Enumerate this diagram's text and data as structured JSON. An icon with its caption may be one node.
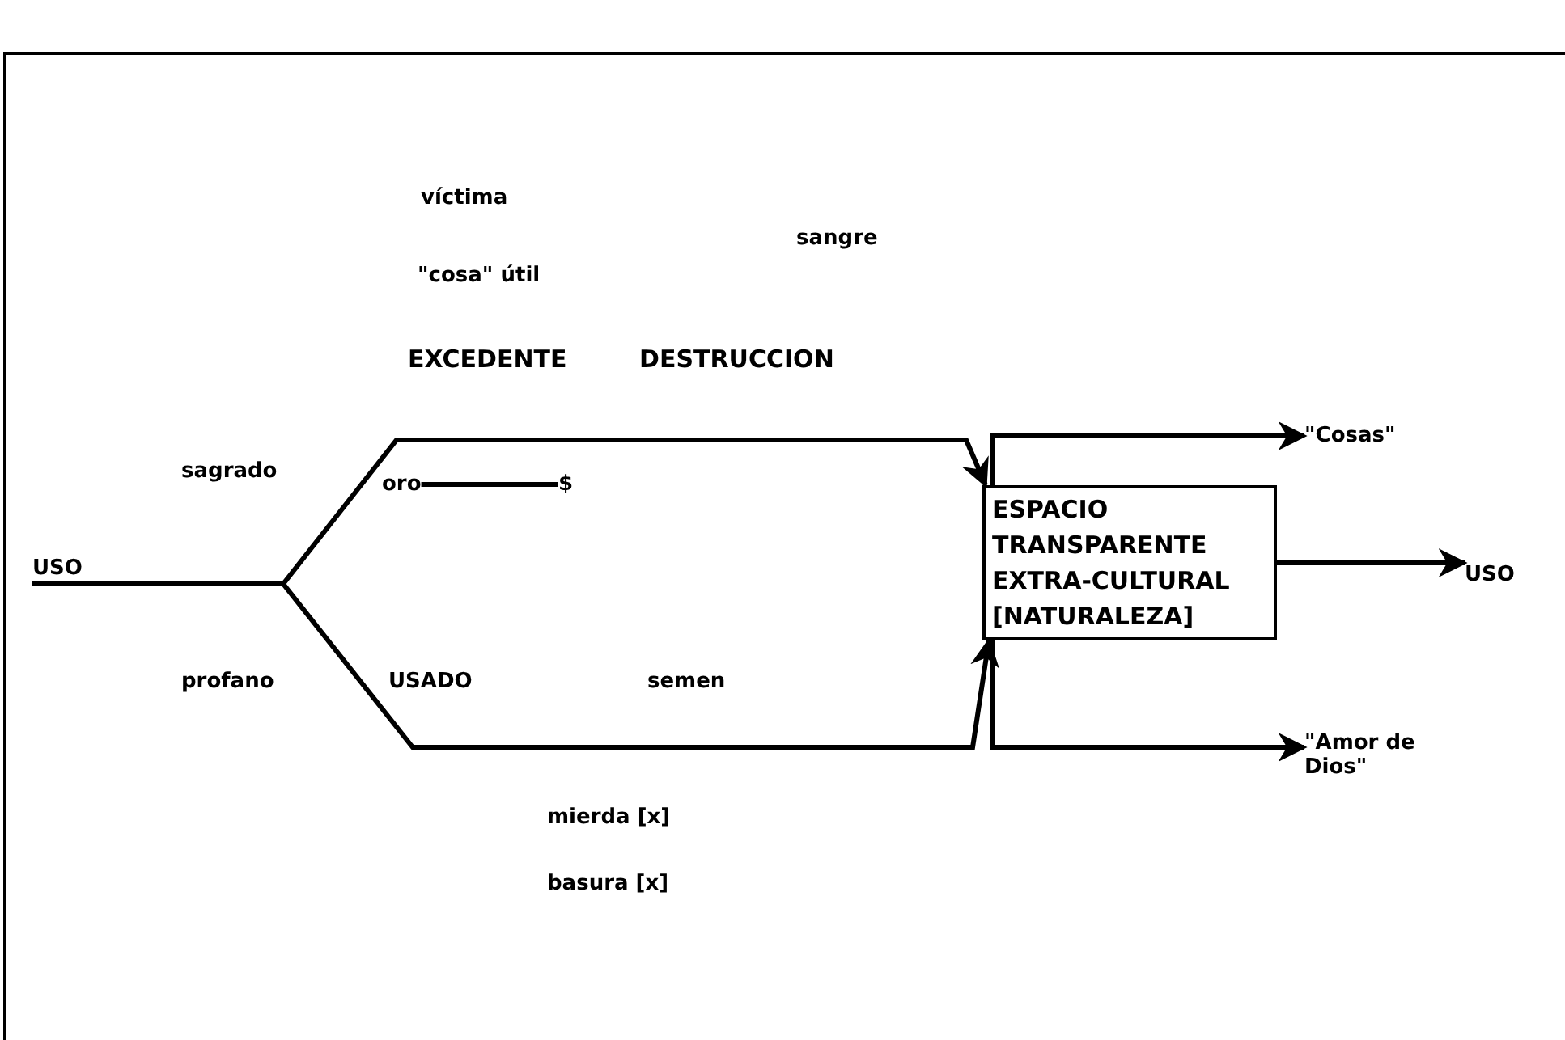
{
  "diagram": {
    "nodes": [
      {
        "text": [
          "USO"
        ]
      },
      {
        "text": [
          "ESPACIO TRANSPARENTE EXTRA-CULTURAL [NATURALEZA]"
        ]
      },
      {
        "text": [
          "\"Cosas\""
        ]
      },
      {
        "text": [
          "\"Amor de Dios\""
        ]
      },
      {
        "text": [
          "USO"
        ]
      },
      {
        "text": [
          "oro"
        ]
      },
      {
        "text": [
          "$"
        ]
      }
    ],
    "edges": [
      {
        "from": 0,
        "to": 1,
        "arrow": "to",
        "label": "sagrado"
      },
      {
        "from": 0,
        "to": 1,
        "arrow": "to",
        "label": "profano"
      },
      {
        "from": 1,
        "to": 2,
        "arrow": "to"
      },
      {
        "from": 1,
        "to": 3,
        "arrow": "to"
      },
      {
        "from": 1,
        "to": 4,
        "arrow": "to"
      },
      {
        "from": 5,
        "to": 6,
        "arrow": "none"
      }
    ],
    "labels": [
      "víctima",
      "sangre",
      "\"cosa\" útil",
      "EXCEDENTE",
      "DESTRUCCION",
      "USADO",
      "semen",
      "mierda [x]",
      "basura [x]"
    ]
  }
}
